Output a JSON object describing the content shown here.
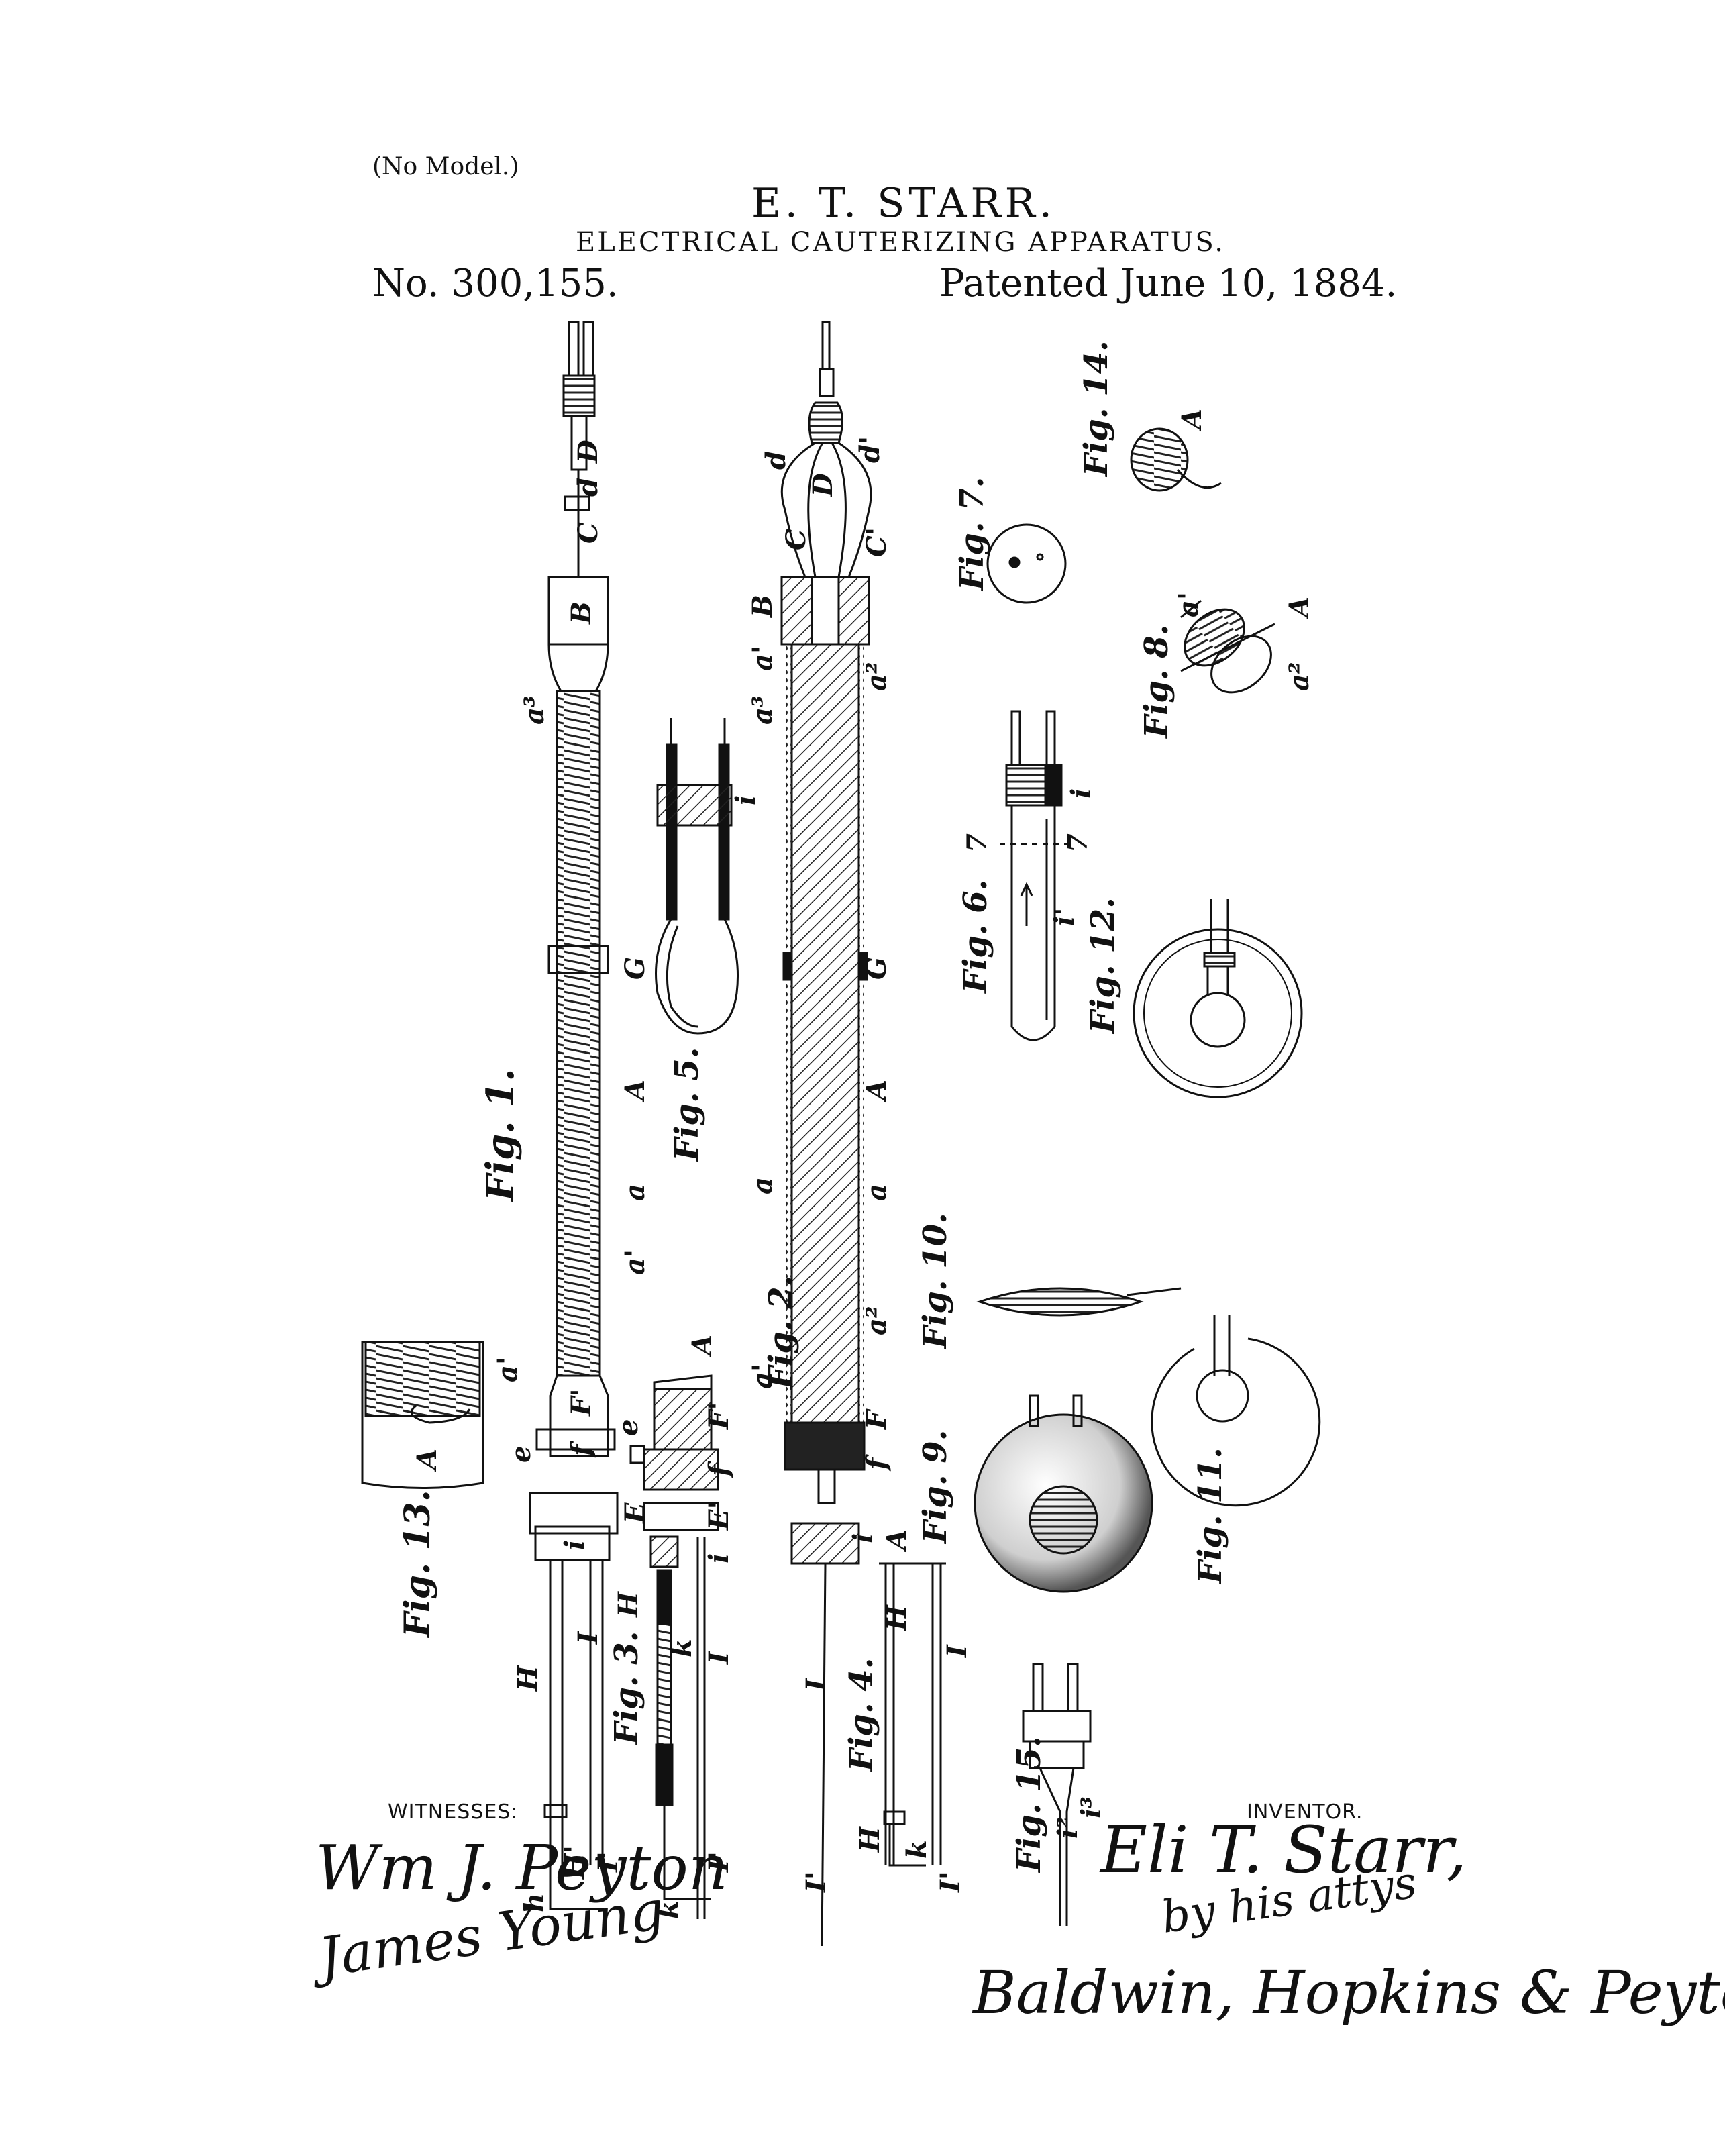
{
  "header": {
    "no_model": "(No Model.)",
    "inventor_name": "E. T. STARR.",
    "title": "ELECTRICAL CAUTERIZING APPARATUS.",
    "patent_number": "No. 300,155.",
    "patent_date": "Patented June 10, 1884."
  },
  "figures": {
    "fig1": "Fig. 1.",
    "fig2": "Fig. 2.",
    "fig3": "Fig. 3.",
    "fig4": "Fig. 4.",
    "fig5": "Fig. 5.",
    "fig6": "Fig. 6.",
    "fig7": "Fig. 7.",
    "fig8": "Fig. 8.",
    "fig9": "Fig. 9.",
    "fig10": "Fig. 10.",
    "fig11": "Fig. 11.",
    "fig12": "Fig. 12.",
    "fig13": "Fig. 13.",
    "fig14": "Fig. 14.",
    "fig15": "Fig. 15."
  },
  "labels": {
    "A": "A",
    "B": "B",
    "C": "C",
    "C1": "C'",
    "D": "D",
    "d": "d",
    "d1": "d'",
    "a": "a",
    "a1": "a'",
    "a2": "a²",
    "a3": "a³",
    "G": "G",
    "e": "e",
    "E": "E",
    "E1": "E'",
    "f": "f",
    "F": "F",
    "F1": "F'",
    "H": "H",
    "H1": "H'",
    "I": "I",
    "I1": "I'",
    "i": "i",
    "i1": "i'",
    "h": "h",
    "k": "k",
    "seven": "7",
    "i2": "i²",
    "i3": "i³"
  },
  "captions": {
    "witnesses": "WITNESSES:",
    "inventor": "INVENTOR."
  },
  "signatures": {
    "witness_1": "Wm J. Peyton",
    "witness_2": "James Young",
    "inventor": "Eli T. Starr,",
    "by_attys": "by his attys",
    "attorneys": "Baldwin, Hopkins & Peyton"
  }
}
